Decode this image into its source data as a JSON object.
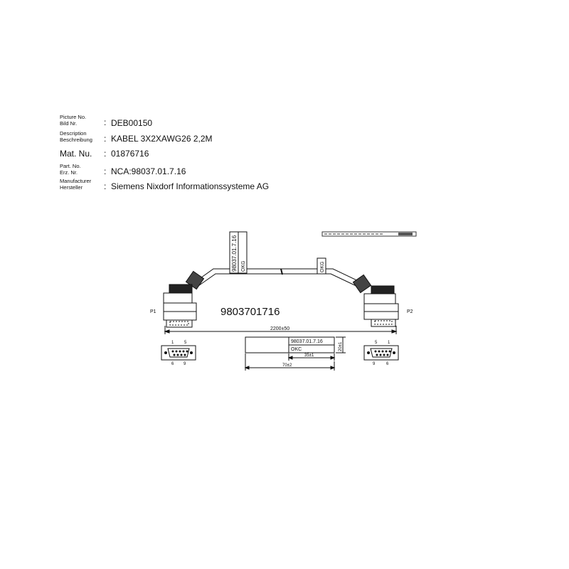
{
  "header": {
    "picture_no_label_en": "Picture No.",
    "picture_no_label_de": "Bild Nr.",
    "picture_no": "DEB00150",
    "description_label_en": "Description",
    "description_label_de": "Beschreibung",
    "description": "KABEL 3X2XAWG26 2,2M",
    "mat_no_label": "Mat. Nu.",
    "mat_no": "01876716",
    "part_no_label_en": "Part. No.",
    "part_no_label_de": "Erz. Nr.",
    "part_no": "NCA:98037.01.7.16",
    "manufacturer_label_en": "Manufacturer",
    "manufacturer_label_de": "Hersteller",
    "manufacturer": "Siemens Nixdorf Informationssysteme AG",
    "colon": ":"
  },
  "drawing": {
    "cable_code": "9803701716",
    "label_code": "98037.01.7.16",
    "label_code_small": "98037.01.7.16",
    "okg": "OKG",
    "okg_label": "OKC",
    "p1": "P1",
    "p2": "P2",
    "length": "2200±50",
    "label_width": "70±2",
    "label_inner": "35±1",
    "label_height": "20±1",
    "pin_left_top_1": "1",
    "pin_left_top_5": "5",
    "pin_left_bottom_6": "6",
    "pin_left_bottom_9": "9",
    "pin_right_top_5": "5",
    "pin_right_top_1": "1",
    "pin_right_bottom_9": "9",
    "pin_right_bottom_6": "6"
  }
}
